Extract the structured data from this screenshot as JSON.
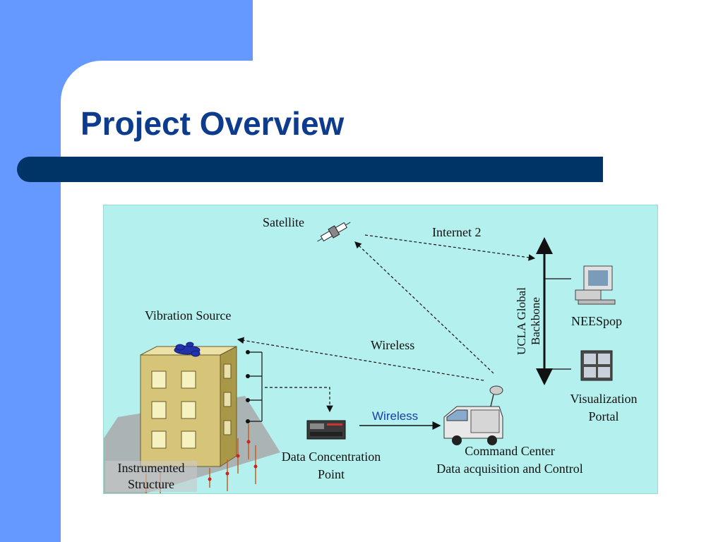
{
  "slide": {
    "title": "Project Overview"
  },
  "diagram": {
    "labels": {
      "satellite": "Satellite",
      "internet2": "Internet 2",
      "vibration_source": "Vibration Source",
      "wireless_top": "Wireless",
      "neespop": "NEESpop",
      "backbone_line1": "UCLA Global",
      "backbone_line2": "Backbone",
      "visualization_line1": "Visualization",
      "visualization_line2": "Portal",
      "wireless_link": "Wireless",
      "instrumented_line1": "Instrumented",
      "instrumented_line2": "Structure",
      "dcp_line1": "Data Concentration",
      "dcp_line2": "Point",
      "command_line1": "Command Center",
      "command_line2": "Data acquisition and Control"
    },
    "colors": {
      "background": "#b4f0ee",
      "building": "#d8c878",
      "wireless_link_text": "#1a3ea8"
    },
    "icons": [
      "satellite-icon",
      "computer-icon",
      "monitor-wall-icon",
      "building-icon",
      "vibration-shaker-icon",
      "data-logger-icon",
      "command-truck-icon"
    ]
  }
}
